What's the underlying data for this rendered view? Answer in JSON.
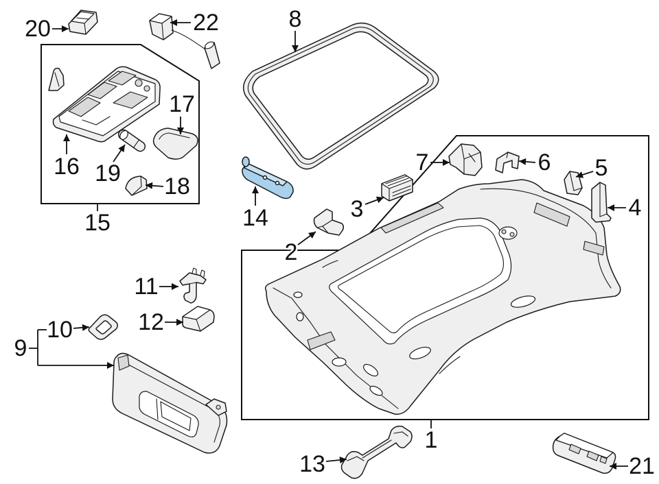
{
  "callouts": {
    "p1": "1",
    "p2": "2",
    "p3": "3",
    "p4": "4",
    "p5": "5",
    "p6": "6",
    "p7": "7",
    "p8": "8",
    "p9": "9",
    "p10": "10",
    "p11": "11",
    "p12": "12",
    "p13": "13",
    "p14": "14",
    "p15": "15",
    "p16": "16",
    "p17": "17",
    "p18": "18",
    "p19": "19",
    "p20": "20",
    "p21": "21",
    "p22": "22"
  },
  "colors": {
    "highlight": "#a9d0ec",
    "highlight_light": "#c9e3f5",
    "stroke": "#1a1a1a",
    "part_fill": "#efefef"
  }
}
